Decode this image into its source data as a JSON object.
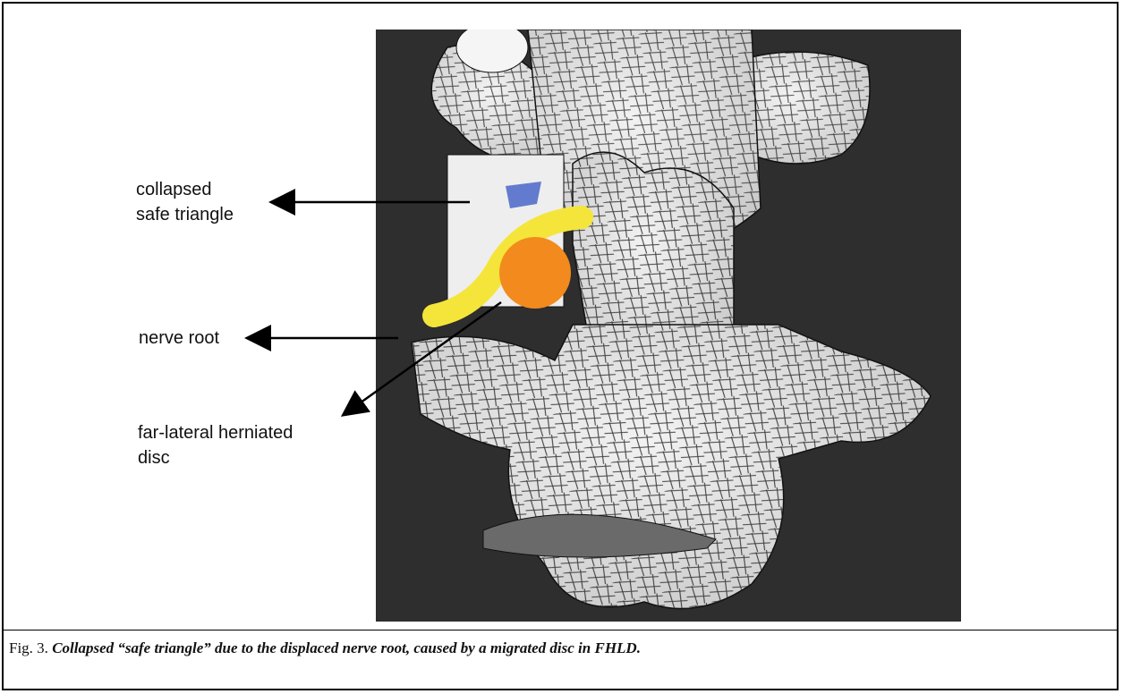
{
  "figure": {
    "labels": {
      "collapsed_safe_triangle": "collapsed\nsafe triangle",
      "nerve_root": "nerve root",
      "far_lateral_disc": "far-lateral herniated\ndisc"
    },
    "caption": {
      "number": "Fig. 3.",
      "text": "Collapsed “safe triangle” due to the displaced nerve root, caused by a migrated disc in FHLD."
    },
    "colors": {
      "nerve_root": "#f5e53a",
      "herniated_disc": "#f28a1e",
      "safe_triangle": "#4a66c8",
      "background_panel": "#2e2e2e",
      "vertebra": "#e8e8e8"
    }
  }
}
